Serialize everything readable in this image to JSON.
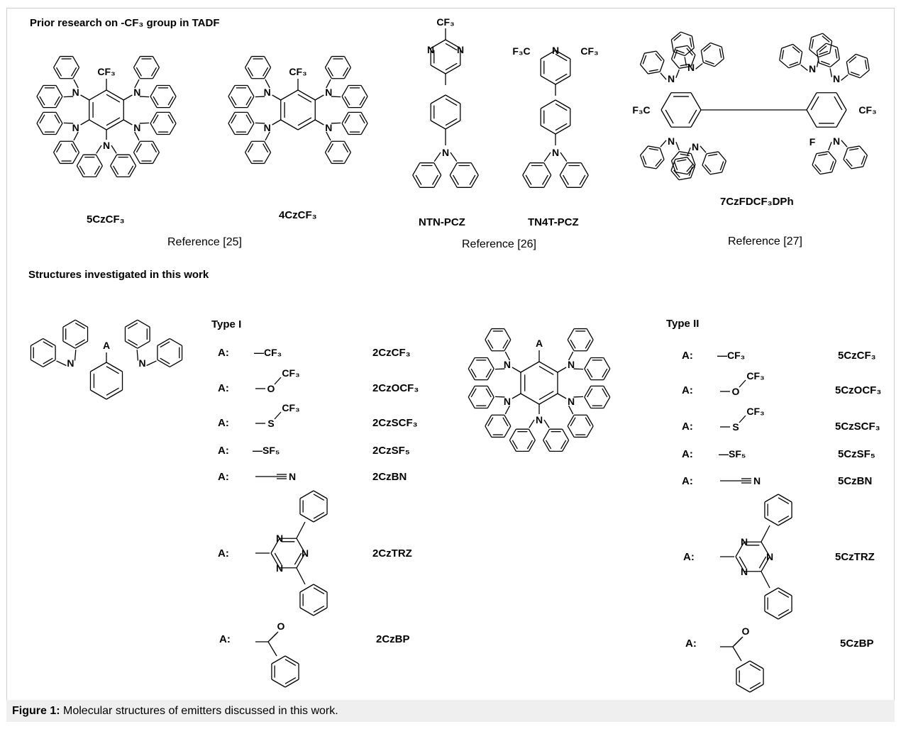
{
  "headings": {
    "prior": "Prior research on -CF₃ group in TADF",
    "this_work": "Structures investigated in this work",
    "type1": "Type I",
    "type2": "Type II"
  },
  "compounds_prior": [
    "5CzCF₃",
    "4CzCF₃",
    "NTN-PCZ",
    "TN4T-PCZ",
    "7CzFDCF₃DPh"
  ],
  "references": [
    "Reference [25]",
    "Reference [26]",
    "Reference [27]"
  ],
  "atoms": {
    "N": "N",
    "A": "A",
    "O": "O",
    "F": "F",
    "S": "S",
    "CF3": "CF₃",
    "F3C": "F₃C",
    "SF5": "SF₅",
    "cn": "—≡N"
  },
  "type1": {
    "prefix": "A:",
    "rows": [
      {
        "group": "—CF₃",
        "name": "2CzCF₃"
      },
      {
        "group": "—O–CF₃",
        "name": "2CzOCF₃"
      },
      {
        "group": "—S–CF₃",
        "name": "2CzSCF₃"
      },
      {
        "group": "—SF₅",
        "name": "2CzSF₅"
      },
      {
        "group": "—≡N",
        "name": "2CzBN"
      },
      {
        "group": "triazine",
        "name": "2CzTRZ"
      },
      {
        "group": "benzoyl",
        "name": "2CzBP"
      }
    ]
  },
  "type2": {
    "prefix": "A:",
    "rows": [
      {
        "group": "—CF₃",
        "name": "5CzCF₃"
      },
      {
        "group": "—O–CF₃",
        "name": "5CzOCF₃"
      },
      {
        "group": "—S–CF₃",
        "name": "5CzSCF₃"
      },
      {
        "group": "—SF₅",
        "name": "5CzSF₅"
      },
      {
        "group": "—≡N",
        "name": "5CzBN"
      },
      {
        "group": "triazine",
        "name": "5CzTRZ"
      },
      {
        "group": "benzoyl",
        "name": "5CzBP"
      }
    ]
  },
  "caption": {
    "label": "Figure 1:",
    "text": " Molecular structures of emitters discussed in this work."
  }
}
